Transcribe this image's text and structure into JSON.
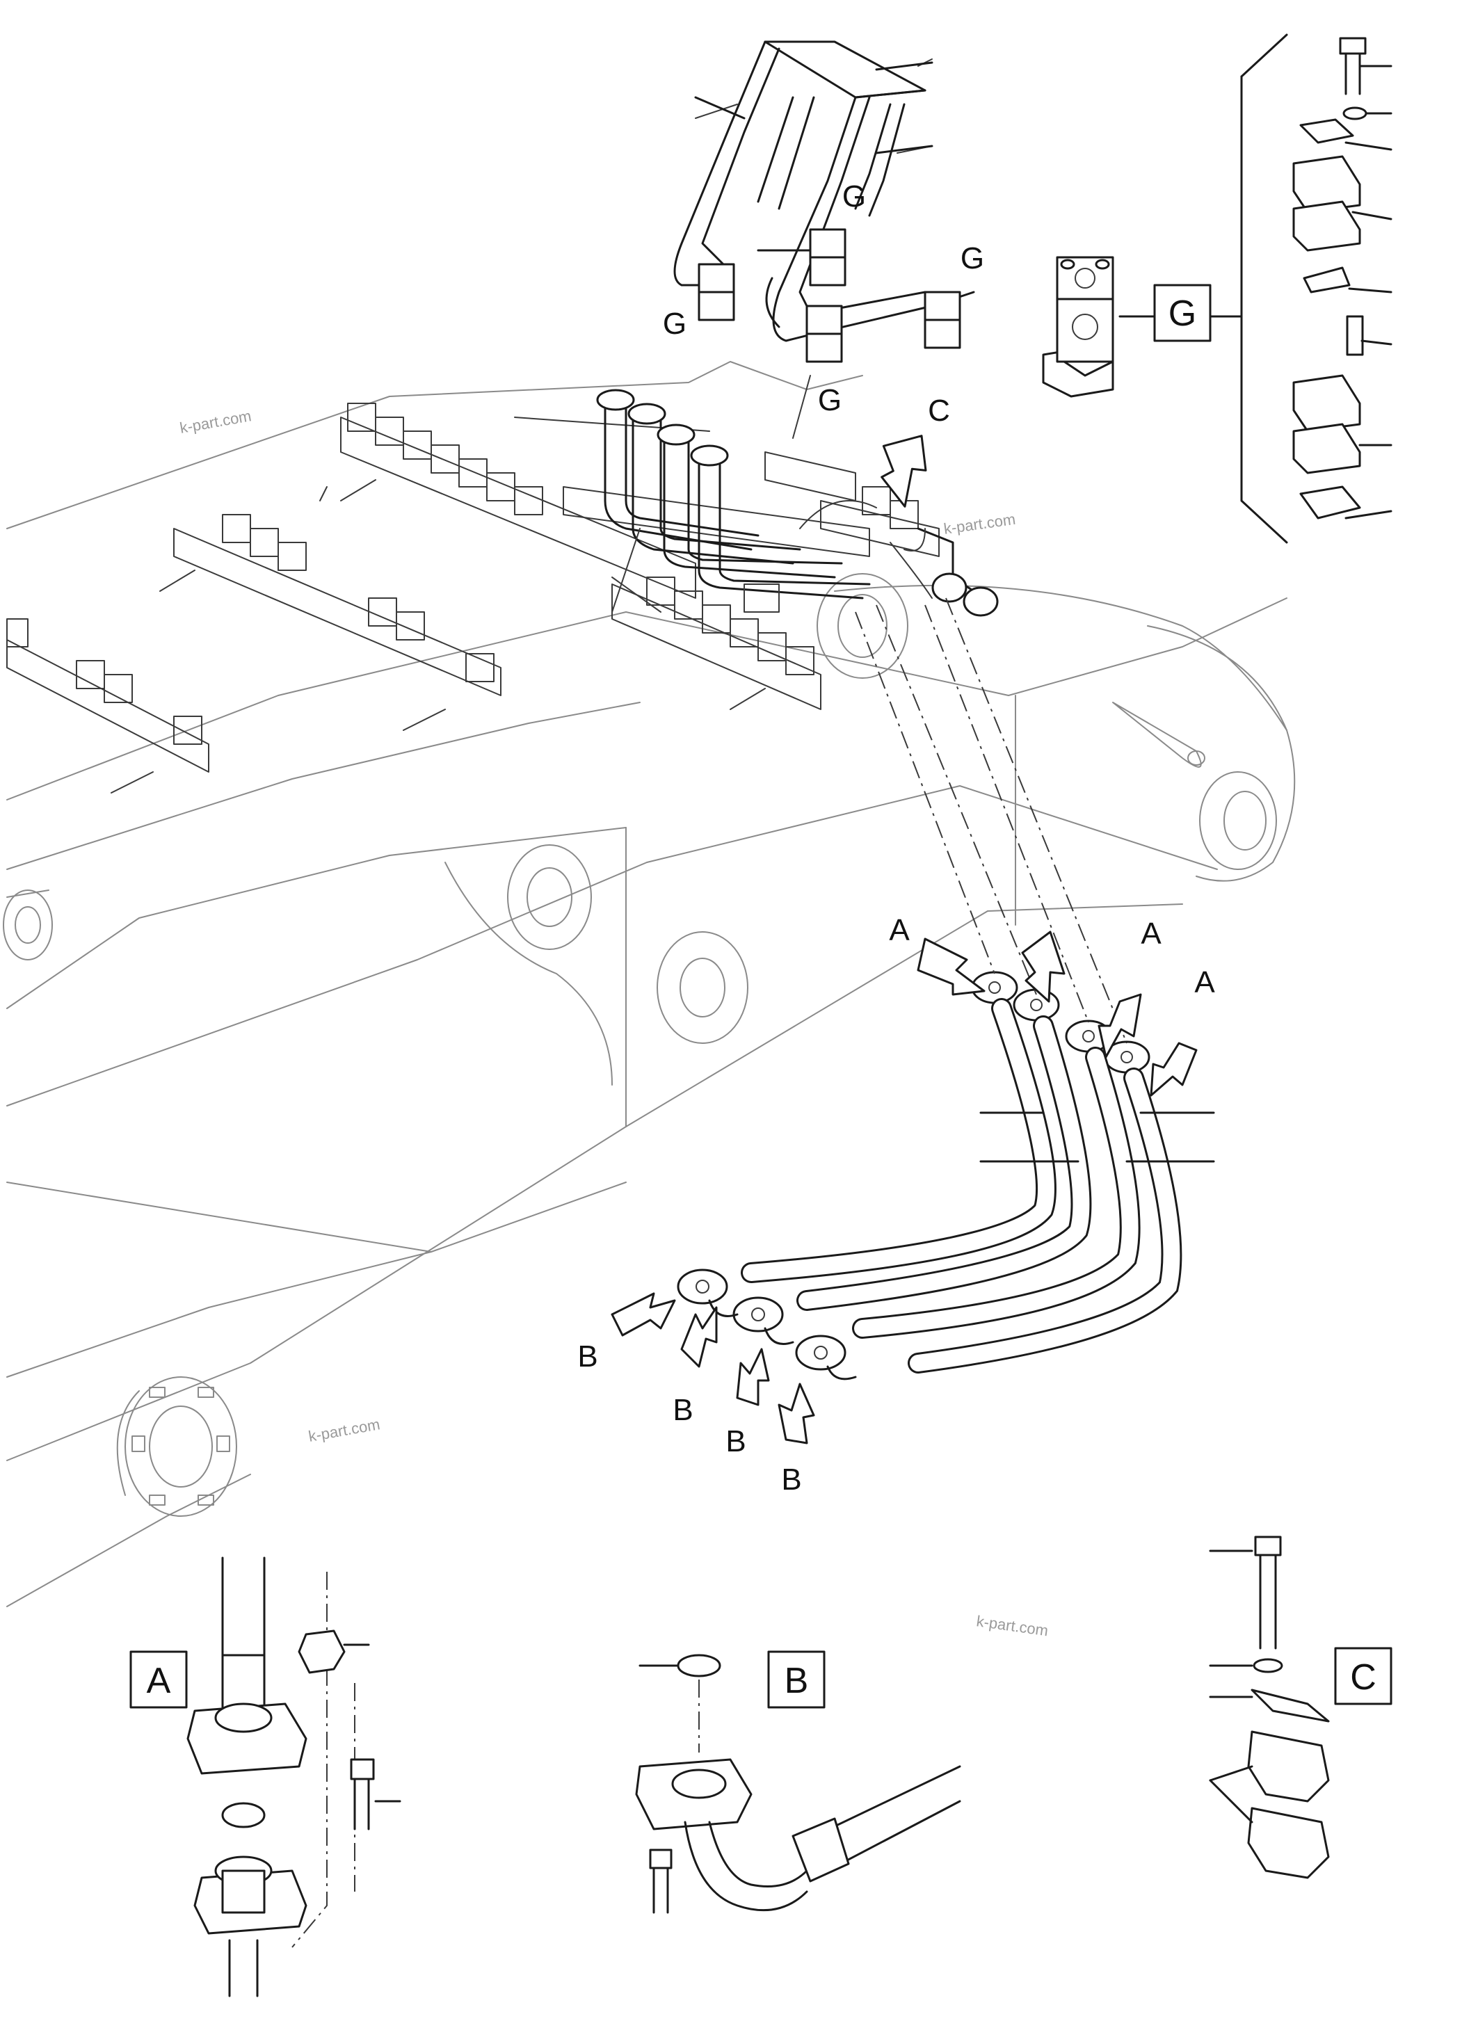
{
  "callouts": {
    "g_letter": "G",
    "c_letter": "C",
    "a_letter": "A",
    "b_letter": "B"
  },
  "detail_boxes": {
    "g_label": "G",
    "a_label": "A",
    "b_label": "B",
    "c_label": "C"
  },
  "watermark": "k-part.com",
  "colors": {
    "line": "#1a1a1a",
    "light_line": "#8a8a8a",
    "background": "#ffffff"
  }
}
